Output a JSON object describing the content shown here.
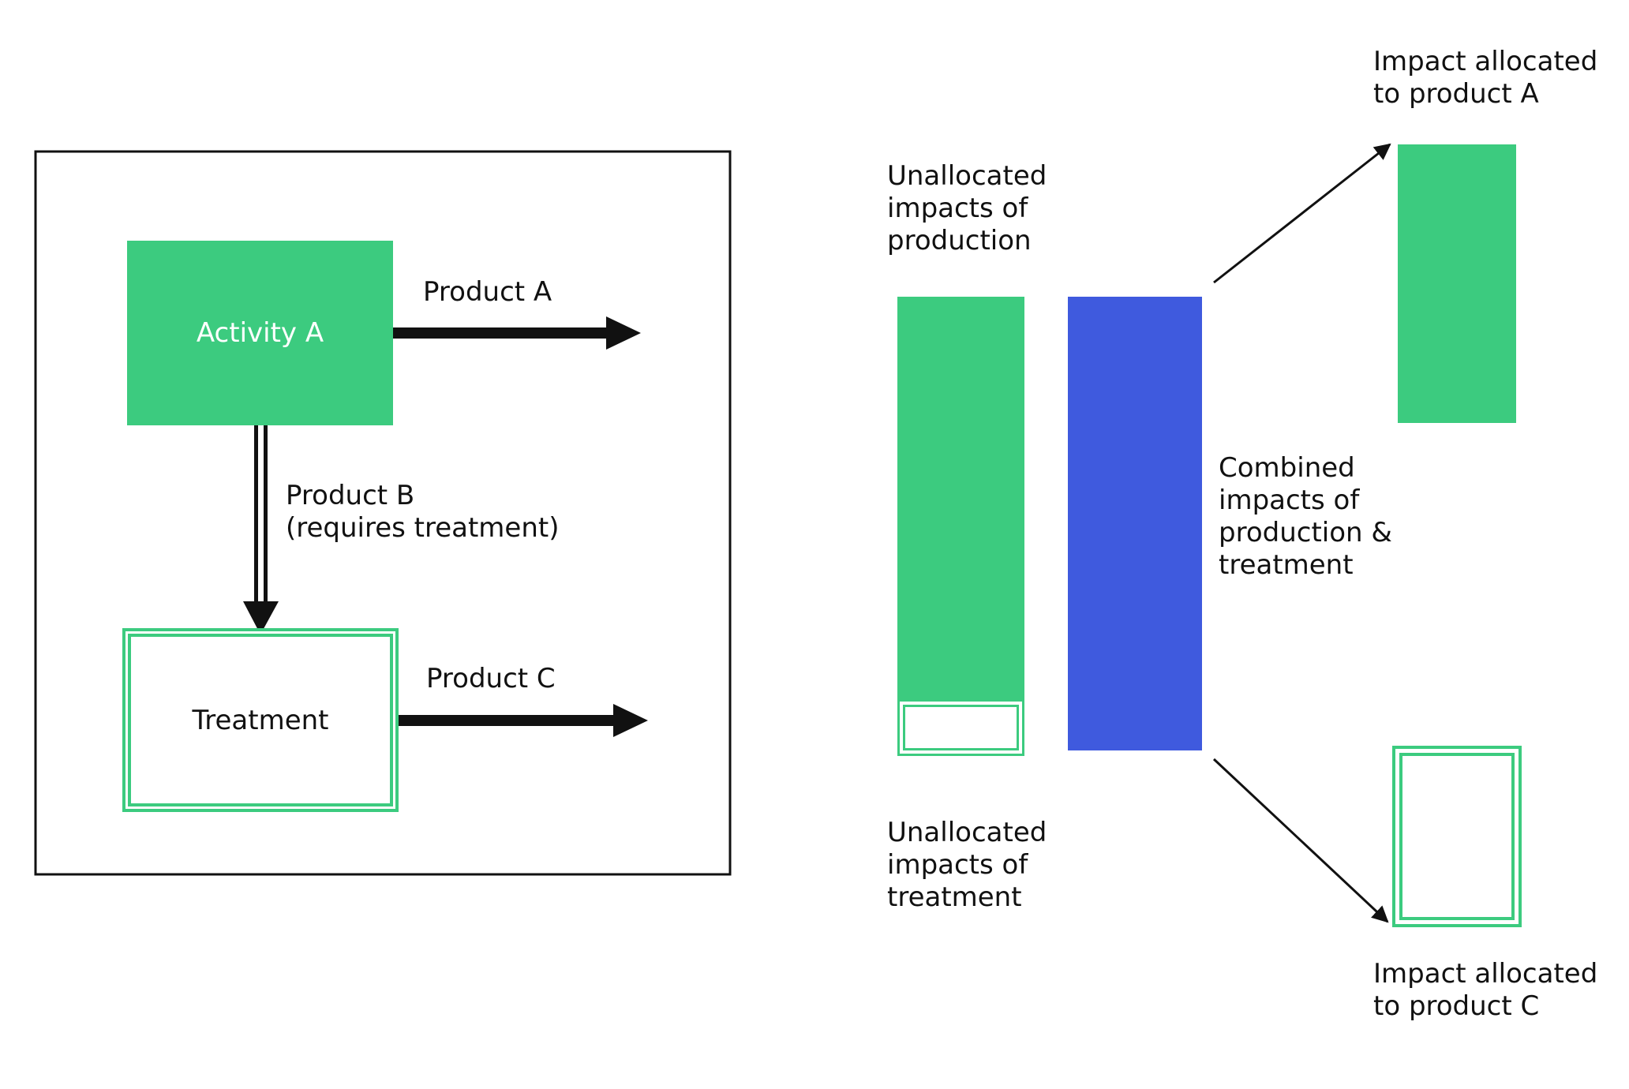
{
  "colors": {
    "green": "#3CCB7F",
    "blue": "#3F5ADE",
    "frame": "#111111",
    "white": "#FFFFFF"
  },
  "left_panel": {
    "activity_label": "Activity A",
    "treatment_label": "Treatment",
    "product_a_label": "Product A",
    "product_b_label": [
      "Product B",
      "(requires treatment)"
    ],
    "product_c_label": "Product C"
  },
  "right_panel": {
    "unallocated_production_label": [
      "Unallocated",
      "impacts of",
      "production"
    ],
    "unallocated_treatment_label": [
      "Unallocated",
      "impacts of",
      "treatment"
    ],
    "combined_label": [
      "Combined",
      "impacts of",
      "production &",
      "treatment"
    ],
    "allocated_a_label": [
      "Impact allocated",
      "to product A"
    ],
    "allocated_c_label": [
      "Impact allocated",
      "to product C"
    ]
  }
}
